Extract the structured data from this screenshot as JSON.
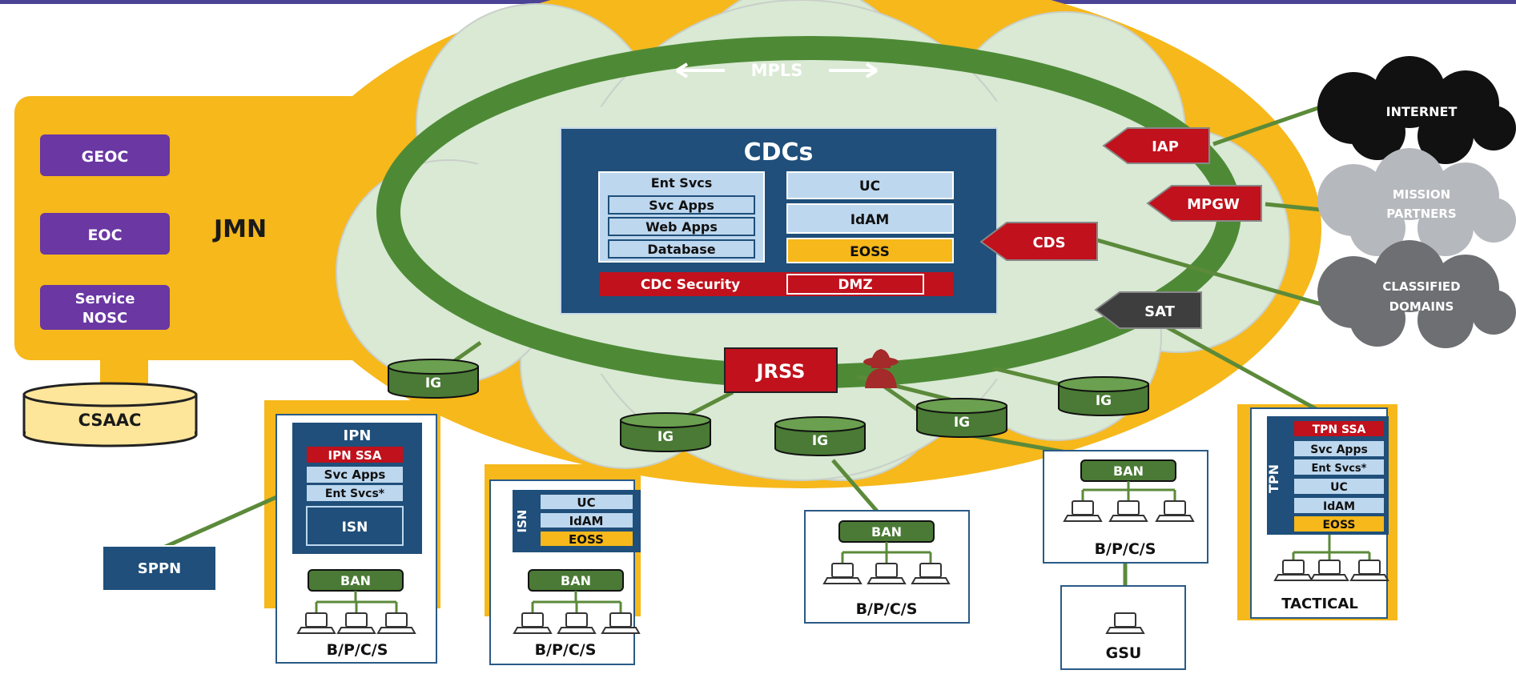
{
  "colors": {
    "frame": "#4b4396",
    "jmn_orange": "#f6b81b",
    "ring_green": "#4e8a36",
    "cloud_fill": "#d9e9d4",
    "cdc_blue": "#1f4f7a",
    "cdc_light": "#bdd7ee",
    "red": "#c0111c",
    "purple": "#6a37a3",
    "csaac_yellow": "#fde59a",
    "ig_green": "#4a7a35",
    "black_cloud": "#111111",
    "gray_cloud": "#b5b8bc",
    "dark_cloud": "#6d6f72",
    "sat_gray": "#3e3e3e"
  },
  "diagram": {
    "mpls": "MPLS",
    "jmn": "JMN",
    "geoc": "GEOC",
    "eoc": "EOC",
    "service_nosc": [
      "Service",
      "NOSC"
    ],
    "csaac": "CSAAC",
    "cdcs": {
      "title": "CDCs",
      "ent_svcs": "Ent Svcs",
      "svc_apps": "Svc Apps",
      "web_apps": "Web Apps",
      "database": "Database",
      "uc": "UC",
      "idam": "IdAM",
      "eoss": "EOSS",
      "cdc_security": "CDC Security",
      "dmz": "DMZ"
    },
    "iap": "IAP",
    "mpgw": "MPGW",
    "cds": "CDS",
    "sat": "SAT",
    "internet": "INTERNET",
    "mission_partners": [
      "MISSION",
      "PARTNERS"
    ],
    "classified_domains": [
      "CLASSIFIED",
      "DOMAINS"
    ],
    "jrss": "JRSS",
    "ig": "IG",
    "ipn": {
      "title": "IPN",
      "ssa": "IPN SSA",
      "svc_apps": "Svc Apps",
      "ent_svcs": "Ent Svcs*",
      "isn": "ISN"
    },
    "sppn": "SPPN",
    "isn_box": {
      "label": "ISN",
      "uc": "UC",
      "idam": "IdAM",
      "eoss": "EOSS"
    },
    "tpn": {
      "label": "TPN",
      "ssa": "TPN SSA",
      "svc_apps": "Svc Apps",
      "ent_svcs": "Ent Svcs*",
      "uc": "UC",
      "idam": "IdAM",
      "eoss": "EOSS"
    },
    "ban": "BAN",
    "bpcs": "B/P/C/S",
    "gsu": "GSU",
    "tactical": "TACTICAL"
  }
}
